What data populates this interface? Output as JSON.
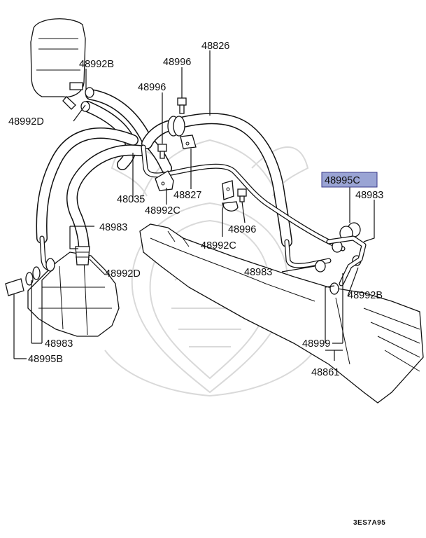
{
  "highlight_color": "#9aa4d4",
  "labels": {
    "p48826": "48826",
    "p48996_top": "48996",
    "p48992B_top": "48992B",
    "p48996_mid": "48996",
    "p48992D_left": "48992D",
    "p48995C": "48995C",
    "p48983_right": "48983",
    "p48035": "48035",
    "p48827": "48827",
    "p48992C_mid": "48992C",
    "p48996_low": "48996",
    "p48983_mid": "48983",
    "p48992C_low": "48992C",
    "p48992D_low": "48992D",
    "p48983_low": "48983",
    "p48992B_right": "48992B",
    "p48983_left": "48983",
    "p48999": "48999",
    "p48995B": "48995B",
    "p48861": "48861"
  },
  "diagram_code": "3ES7A95"
}
